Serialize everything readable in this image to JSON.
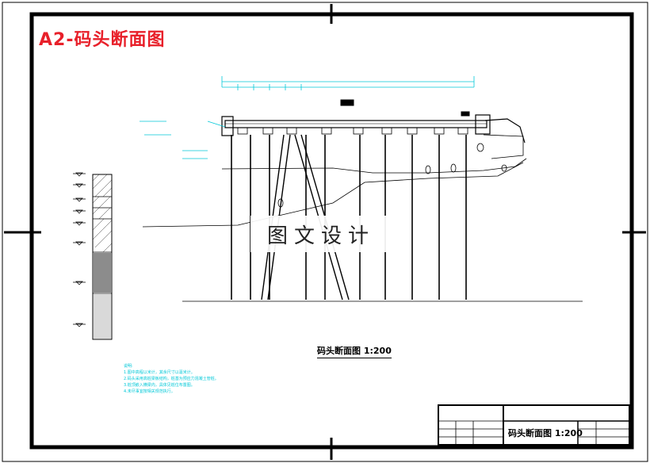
{
  "drawing": {
    "sheet_title": "A2-码头断面图",
    "watermark": "图文设计",
    "section_caption": "码头断面图    1:200",
    "title_block_title": "码头断面图 1:200"
  },
  "notes": [
    "说明:",
    "1.图中高程以米计，其余尺寸以毫米计。",
    "2.码头采用高桩梁板结构，桩基为预应力混凝土管桩。",
    "3.桩顶嵌入横梁内，具体见桩位布置图。",
    "4.未尽事宜按相关规范执行。"
  ],
  "colors": {
    "frame": "#000000",
    "title": "#e8202a",
    "annotation": "#00c8d8",
    "drawing": "#000000"
  }
}
